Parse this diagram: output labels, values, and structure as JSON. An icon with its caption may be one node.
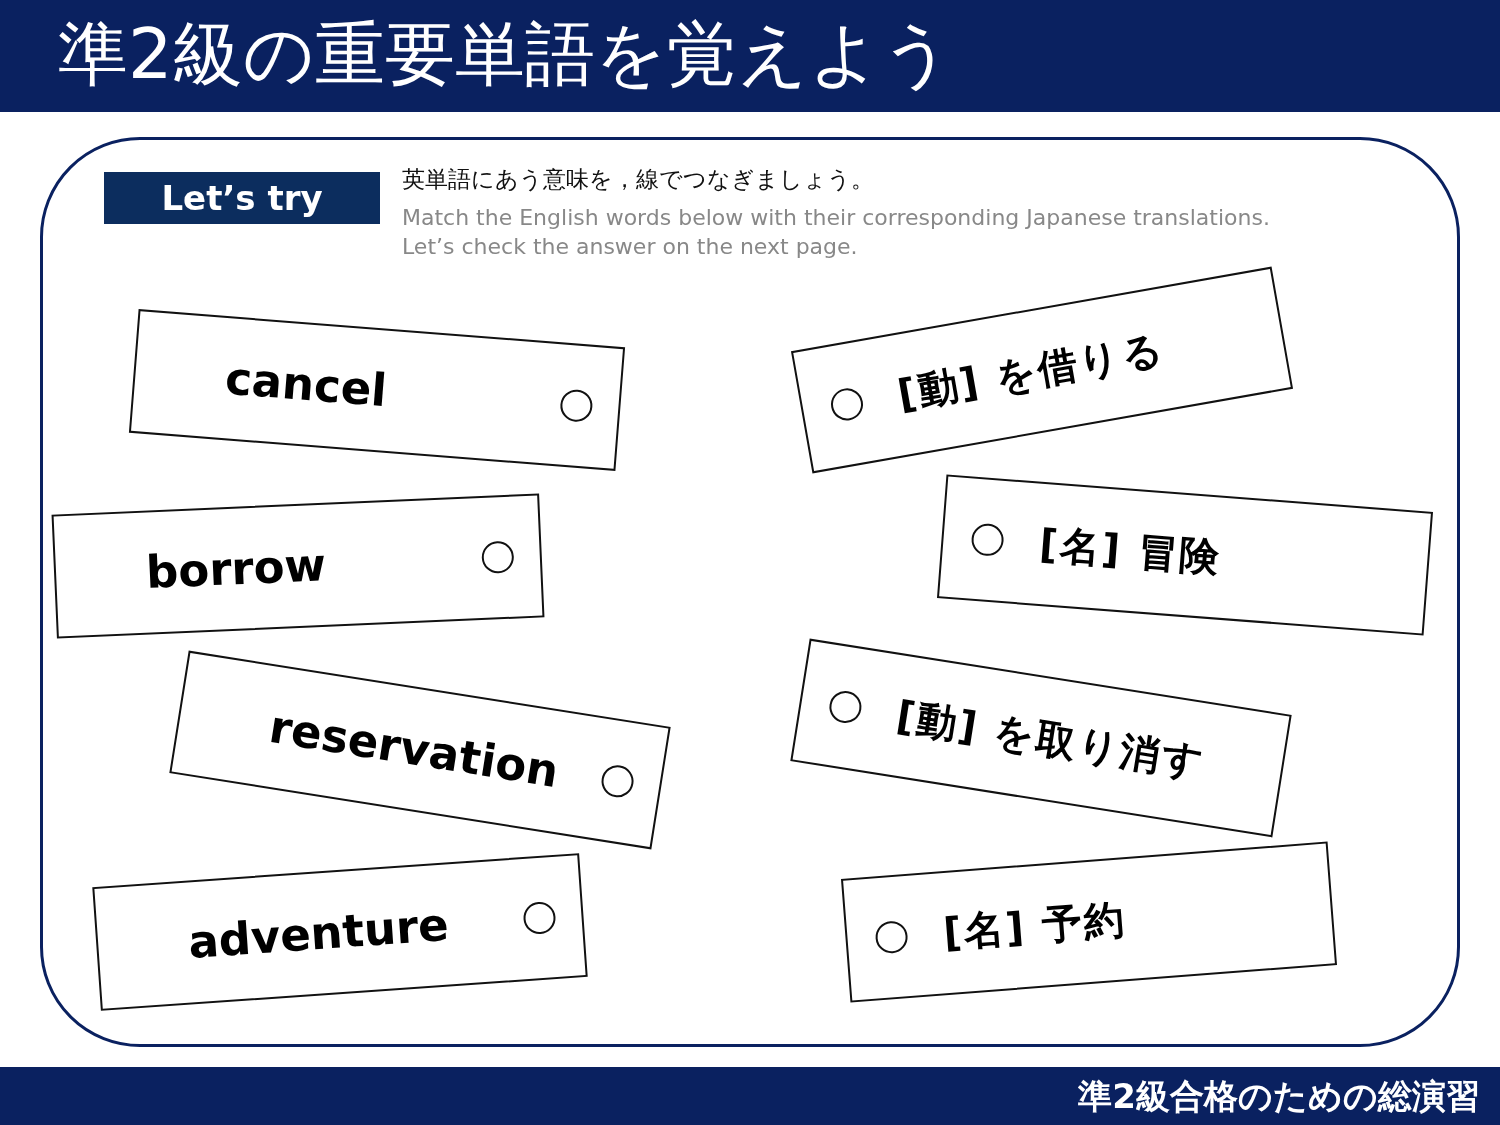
{
  "diagram": {
    "title": "準2級の重要単語を覚えよう",
    "nodes": [
      {
        "text": [
          "Let’s try"
        ]
      },
      {
        "text": [
          "cancel"
        ]
      },
      {
        "text": [
          "borrow"
        ]
      },
      {
        "text": [
          "reservation"
        ]
      },
      {
        "text": [
          "adventure"
        ]
      },
      {
        "text": [
          "[動] を借りる"
        ]
      },
      {
        "text": [
          "[名] 冒険"
        ]
      },
      {
        "text": [
          "[動] を取り消す"
        ]
      },
      {
        "text": [
          "[名] 予約"
        ]
      }
    ],
    "edges": [],
    "labels": [
      "英単語にあう意味を，線でつなぎましょう。",
      "Match the English words below with their corresponding Japanese translations.",
      "Let’s check the answer on the next page.",
      "準2級合格のための総演習"
    ]
  }
}
